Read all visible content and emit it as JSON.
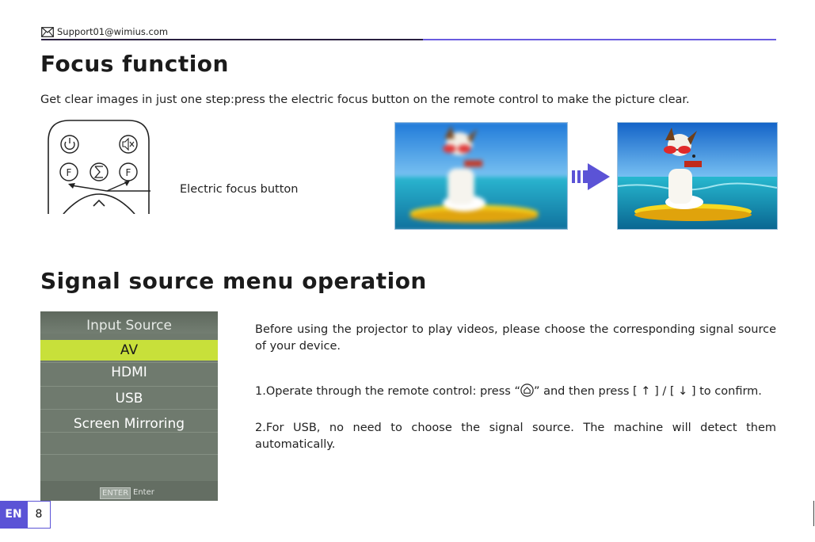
{
  "header": {
    "email": "Support01@wimius.com",
    "email_icon": "mail-icon"
  },
  "focus": {
    "title": "Focus function",
    "description": "Get clear images in just one step:press the electric focus button on the remote control to make the picture clear.",
    "remote_callout": "Electric focus button",
    "remote_icons": [
      "power-icon",
      "mute-icon",
      "focus-minus-icon",
      "sigma-icon",
      "focus-plus-icon",
      "chevron-up-icon"
    ],
    "arrow_icon": "right-arrow-icon",
    "accent_color": "#6a5ce0"
  },
  "signal": {
    "title": "Signal source menu operation",
    "menu": {
      "title": "Input Source",
      "items": [
        "AV",
        "HDMI",
        "USB",
        "Screen Mirroring"
      ],
      "selected": "AV",
      "selected_color": "#c8e03a",
      "footer_key": "ENTER",
      "footer_text": "Enter"
    },
    "intro": "Before using the projector to play videos, please choose the corresponding signal source of your device.",
    "step1_a": "1.Operate through the remote control: press “",
    "step1_b": "” and then press [ ↑ ] / [ ↓ ] to confirm.",
    "step1_icon": "home-icon",
    "step2": "2.For USB, no need to choose the signal source. The machine will detect them automatically."
  },
  "footer": {
    "lang": "EN",
    "page": "8",
    "lang_color": "#5b53d6"
  }
}
